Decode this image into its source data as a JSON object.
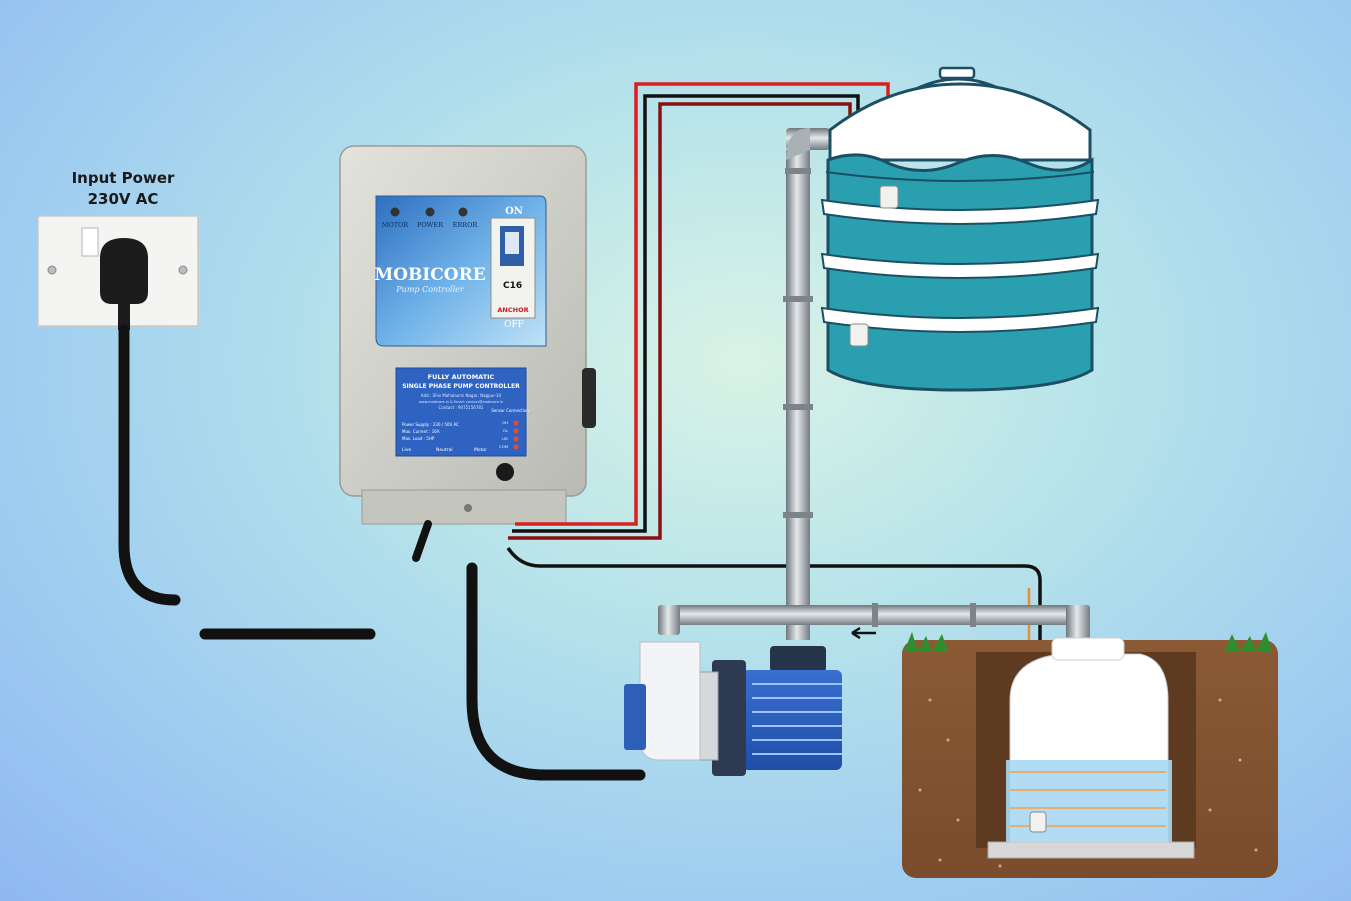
{
  "input_label": {
    "line1": "Input Power",
    "line2": "230V AC"
  },
  "controller": {
    "indicators": [
      "MOTOR",
      "POWER",
      "ERROR"
    ],
    "switch_on": "ON",
    "switch_off": "OFF",
    "brand": "MOBICORE",
    "subtitle": "Pump Controller",
    "breaker_rating": "C16",
    "breaker_brand": "ANCHOR",
    "plate_line1": "FULLY AUTOMATIC",
    "plate_line2": "SINGLE PHASE PUMP CONTROLLER",
    "plate_address": "Add.: Shiv Mahalaxmi Nagar, Nagpur-34",
    "plate_web": "www.mobicore.in & Email: contact@mobicore.in",
    "plate_contact": "Contact : 9075156781",
    "plate_spec1": "Power Supply : 230 / 50V AC",
    "plate_spec2": "Max. Current : 16A",
    "plate_spec3": "Max. Load : 5HP",
    "sensor_title": "Sensor Connection",
    "sensor_labels": [
      "OH",
      "OL",
      "UG",
      "COM"
    ],
    "terminal_labels": [
      "Live",
      "Neutral",
      "Motor"
    ]
  },
  "colors": {
    "wire_red": "#d91f1f",
    "wire_black": "#111111",
    "wire_dark_red": "#8a1010",
    "wire_orange": "#f28a2a",
    "water": "#2a9fb0",
    "soil": "#8a5a3a",
    "pipe": "#9aa2a8",
    "pump_blue": "#2d5fb8"
  },
  "icons": [
    "power-socket-icon",
    "plug-icon",
    "water-pump-icon",
    "overhead-tank-icon",
    "underground-tank-icon",
    "float-sensor-icon",
    "flow-arrow-icon"
  ]
}
